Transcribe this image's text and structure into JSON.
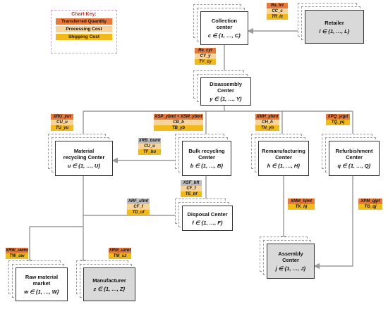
{
  "key": {
    "title": "Chart Key:",
    "rows": [
      "Transferred Quantity",
      "Processing Cost",
      "Shipping Cost"
    ]
  },
  "nodes": {
    "collection": {
      "name": "Collection\ncenter",
      "index": "c ∈ {1, …, C}"
    },
    "retailer": {
      "name": "Retailer",
      "index": "l ∈ {1, …, L}"
    },
    "disassembly": {
      "name": "Disassembly\nCenter",
      "index": "y ∈ {1, …, Y}"
    },
    "material": {
      "name": "Material\nrecycling Center",
      "index": "u ∈ {1, …, U}"
    },
    "bulk": {
      "name": "Bulk recycling\nCenter",
      "index": "b ∈ {1, …, B}"
    },
    "reman": {
      "name": "Remanufacturing\nCenter",
      "index": "h ∈ {1, …, H}"
    },
    "refurb": {
      "name": "Refurbishment\nCenter",
      "index": "q ∈ {1, …, Q}"
    },
    "disposal": {
      "name": "Disposal Center",
      "index": "f ∈ {1, …, F}"
    },
    "raw": {
      "name": "Raw material\nmarket",
      "index": "w ∈ {1, …, W}"
    },
    "manufacturer": {
      "name": "Manufacturer",
      "index": "z ∈ {1, …, Z}"
    },
    "assembly": {
      "name": "Assembly\nCenter",
      "index": "j ∈ {1, …, J}"
    }
  },
  "tags": {
    "retailer_collection": [
      "Ra_lct",
      "CC_c",
      "TR_lc"
    ],
    "collection_disassembly": [
      "Re_cyt",
      "CY_y",
      "TY_cy"
    ],
    "to_material": [
      "XRU_yut",
      "CU_u",
      "TU_yu"
    ],
    "to_bulk": [
      "XSP_ybmt + XSM_ybmt",
      "CB_b",
      "TB_yb"
    ],
    "to_reman": [
      "XMH_yhmt",
      "CH_h",
      "TH_yh"
    ],
    "to_refurb": [
      "XPQ_yqpt",
      "TQ_yq"
    ],
    "bulk_material": [
      "XRB_bumt",
      "CU_u",
      "TF_bu"
    ],
    "bulk_disposal": [
      "XSF_bft",
      "CF_f",
      "TE_bf"
    ],
    "material_disposal": [
      "XRF_ufmt",
      "CF_f",
      "TD_uf"
    ],
    "reman_assembly": [
      "XMM_hjmt",
      "TK_hj"
    ],
    "refurb_assembly": [
      "XPM_qjpt",
      "TG_qj"
    ],
    "to_raw": [
      "XRW_uwmt",
      "TW_uw"
    ],
    "to_manufacturer": [
      "XRM_uzmt",
      "TM_uz"
    ]
  }
}
